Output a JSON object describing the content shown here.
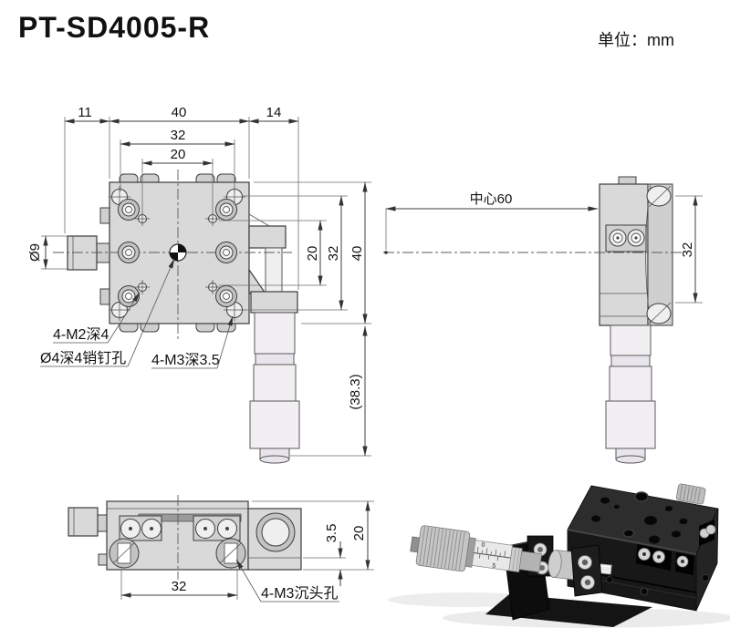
{
  "header": {
    "title": "PT-SD4005-R",
    "units": "单位：mm"
  },
  "front_view": {
    "dim_offset_left": "11",
    "dim_width": "40",
    "dim_offset_right": "14",
    "dim_screw_span_h": "32",
    "dim_hole_span_h": "20",
    "dim_hole_span_v": "20",
    "dim_screw_span_v": "32",
    "dim_height": "40",
    "dim_mic_length": "(38.3)",
    "dim_knob_dia": "Ø9",
    "label_m2_holes": "4-M2深4",
    "label_pin_hole": "Ø4深4销钉孔",
    "label_m3_holes": "4-M3深3.5"
  },
  "side_view": {
    "dim_center": "中心60",
    "dim_span": "32"
  },
  "bottom_view": {
    "dim_span": "32",
    "dim_step": "3.5",
    "dim_height": "20",
    "label_m3_countersunk": "4-M3沉头孔"
  },
  "photo": {
    "scale_digits": [
      "0",
      "5"
    ]
  },
  "colors": {
    "line": "#3c3c3c",
    "fill_light": "#d9d9d9",
    "micrometer": "#f2eff3",
    "photo_black": "#1a1a1a"
  }
}
